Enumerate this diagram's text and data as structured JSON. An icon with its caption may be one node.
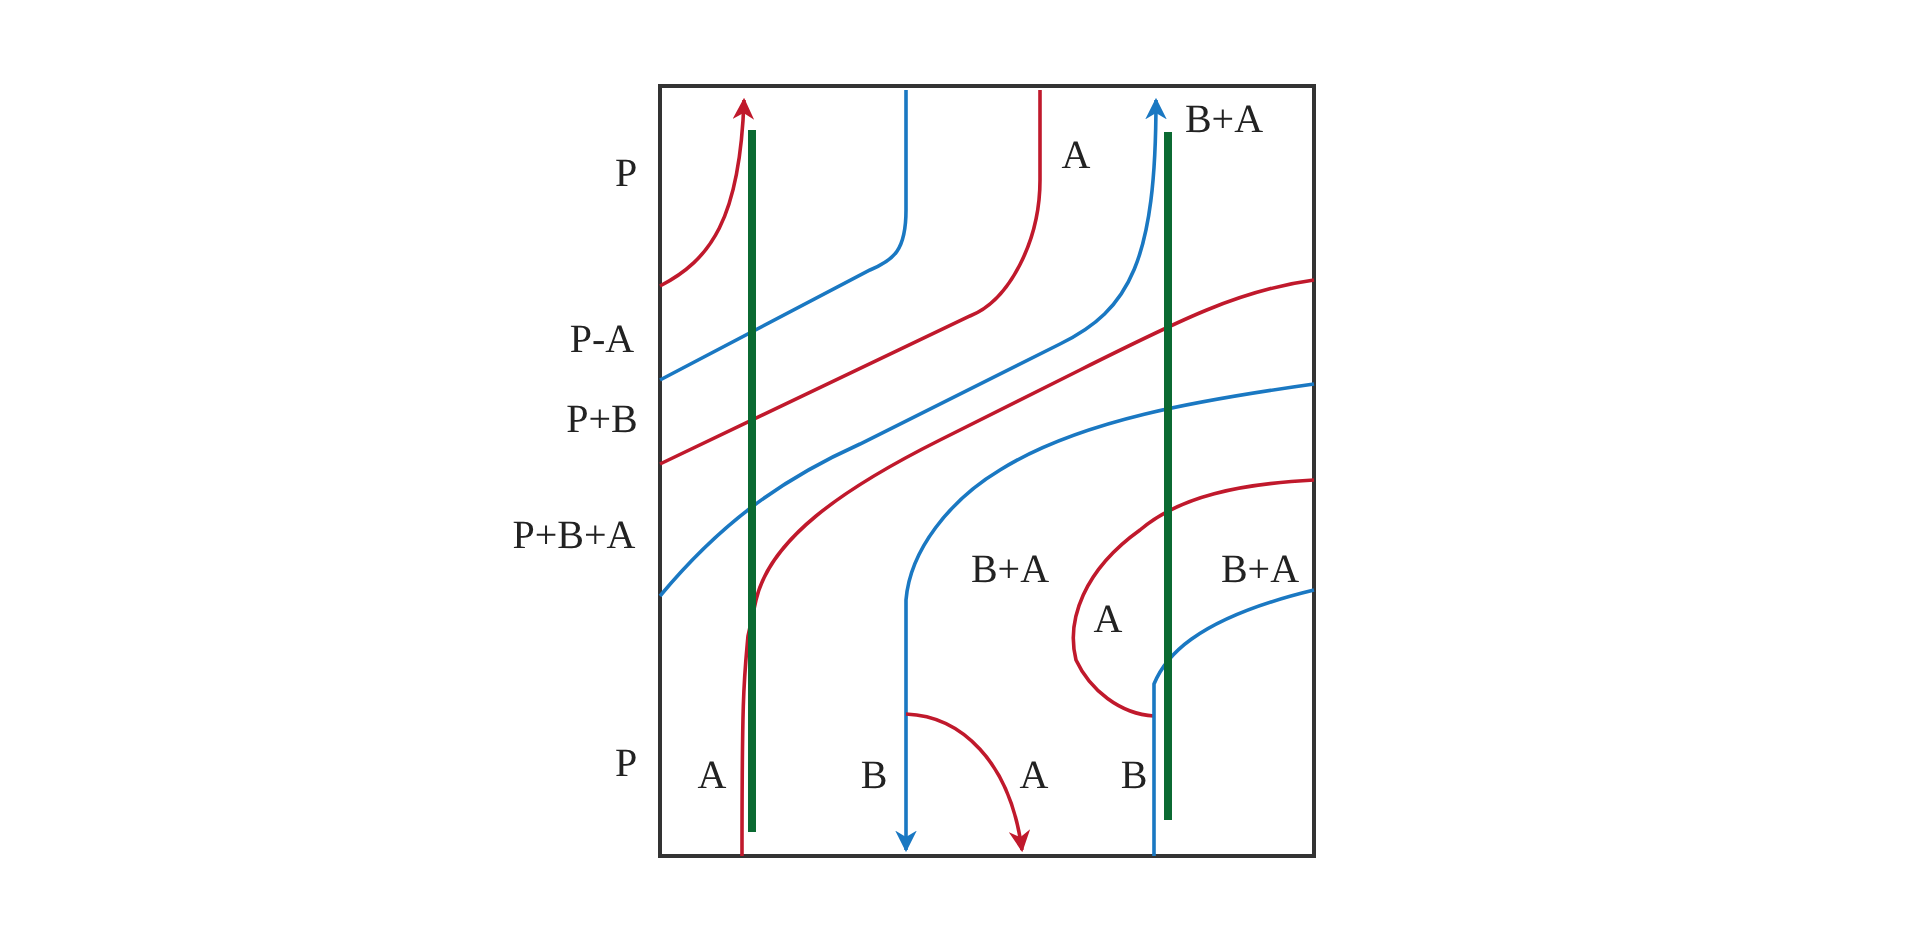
{
  "diagram": {
    "labels": [
      "B+A",
      "A",
      "P",
      "P-A",
      "P+B",
      "P+B+A",
      "B+A",
      "B+A",
      "A",
      "P",
      "A",
      "B",
      "A",
      "B"
    ]
  }
}
